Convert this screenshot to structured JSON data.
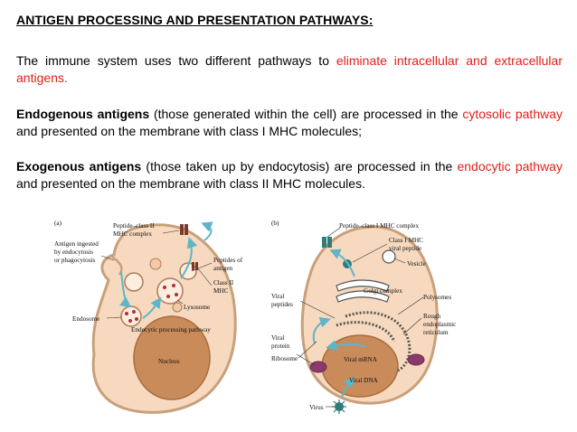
{
  "heading": "ANTIGEN PROCESSING AND PRESENTATION PATHWAYS:",
  "intro": {
    "text_before": "The immune system uses two different pathways to ",
    "highlight": "eliminate intracellular and extracellular antigens."
  },
  "endogenous": {
    "term": "Endogenous antigens",
    "text_a": " (those generated within the cell) are processed in the ",
    "highlight": "cytosolic pathway",
    "text_b": " and presented on the membrane with class I MHC molecules;"
  },
  "exogenous": {
    "term": "Exogenous antigens",
    "text_a": " (those taken up by endocytosis) are processed in the ",
    "highlight": "endocytic pathway",
    "text_b": " and presented on the membrane with class II MHC molecules."
  },
  "figure_a": {
    "panel": "(a)",
    "labels": {
      "peptide_class2_l1": "Peptide–class II",
      "peptide_class2_l2": "MHC complex",
      "antigen_l1": "Antigen ingested",
      "antigen_l2": "by endocytosis",
      "antigen_l3": "or phagocytosis",
      "peptides_l1": "Peptides of",
      "peptides_l2": "antigen",
      "class2_l1": "Class II",
      "class2_l2": "MHC",
      "lysosome": "Lysosome",
      "endosome": "Endosome",
      "pathway": "Endocytic processing pathway",
      "nucleus": "Nucleus"
    }
  },
  "figure_b": {
    "panel": "(b)",
    "labels": {
      "peptide_class1": "Peptide–class I MHC complex",
      "class1_l1": "Class I MHC",
      "class1_l2": "viral peptide",
      "vesicle": "Vesicle",
      "golgi": "Golgi complex",
      "polysomes": "Polysomes",
      "viral_peptides_l1": "Viral",
      "viral_peptides_l2": "peptides",
      "rer_l1": "Rough",
      "rer_l2": "endoplasmic",
      "rer_l3": "reticulum",
      "viral_protein_l1": "Viral",
      "viral_protein_l2": "protein",
      "ribosome": "Ribosome",
      "viral_mrna": "Viral mRNA",
      "viral_dna": "Viral DNA",
      "virus": "Virus"
    }
  },
  "colors": {
    "highlight": "#e0201b",
    "cell_fill": "#f6d9bf",
    "cell_stroke": "#c8a07a",
    "nucleus_fill": "#c98b5a",
    "arrow": "#5fb6c7"
  }
}
